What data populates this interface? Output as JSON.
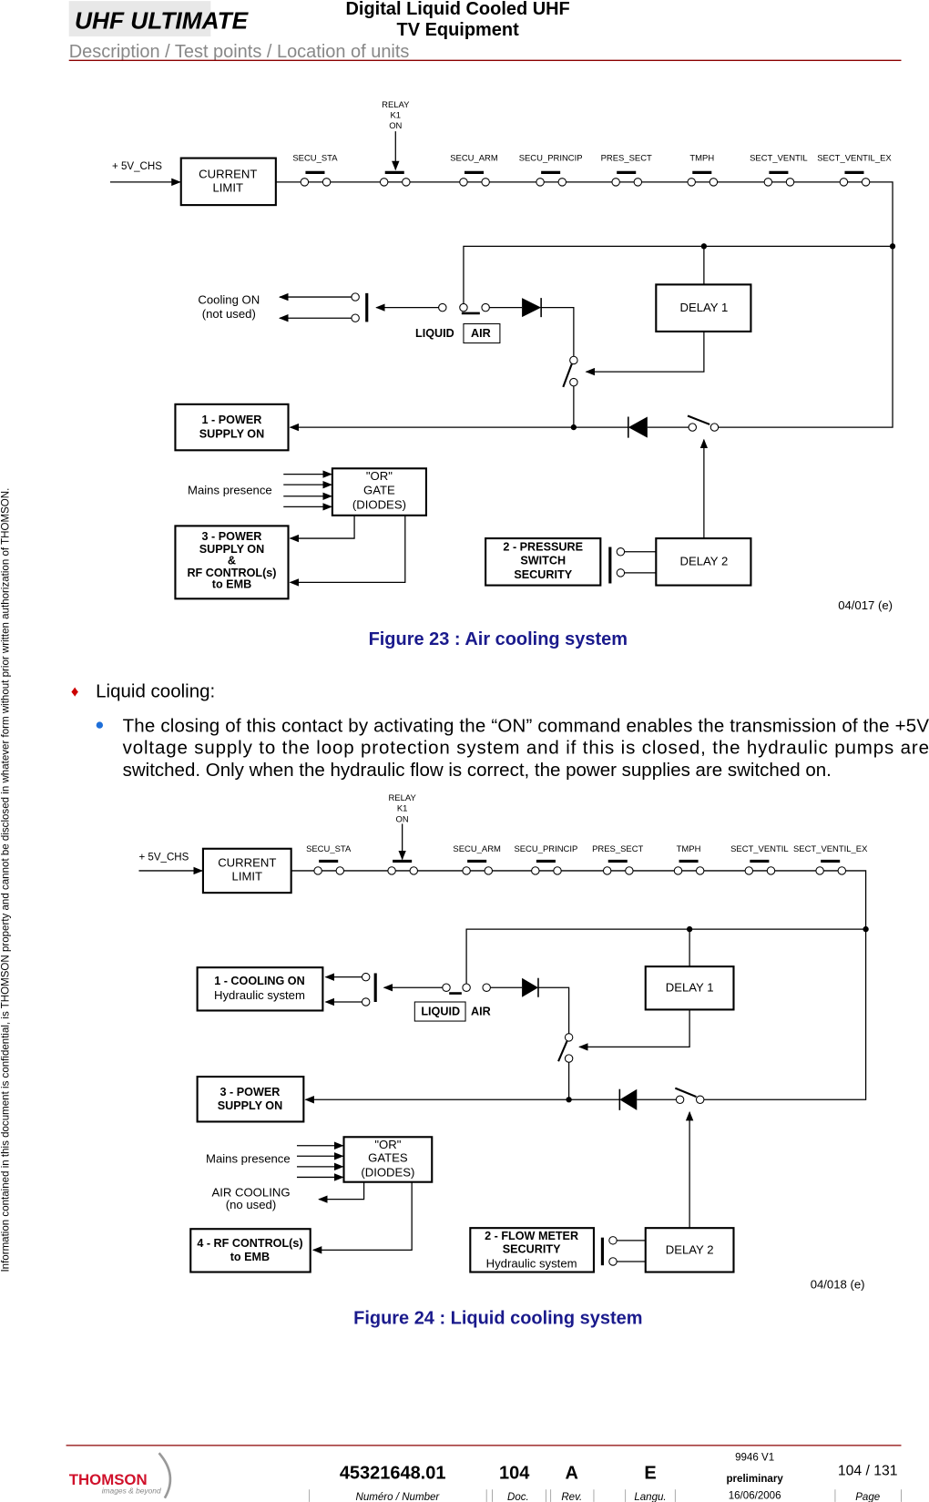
{
  "header": {
    "logo_text": "UHF ULTIMATE",
    "title_line1": "Digital Liquid Cooled UHF",
    "title_line2": "TV Equipment",
    "section": "Description / Test points / Location of units"
  },
  "side_notice": "Information contained in this document is confidential, is THOMSON property and cannot be disclosed in whatever form without prior written authorization of THOMSON.",
  "figure23": {
    "input": "+ 5V_CHS",
    "current_limit": [
      "CURRENT",
      "LIMIT"
    ],
    "relay": [
      "RELAY",
      "K1",
      "ON"
    ],
    "contacts": [
      "SECU_STA",
      "",
      "SECU_ARM",
      "SECU_PRINCIP",
      "PRES_SECT",
      "TMPH",
      "SECT_VENTIL",
      "SECT_VENTIL_EX"
    ],
    "cooling_on": [
      "Cooling ON",
      "(not used)"
    ],
    "liquid": "LIQUID",
    "air": "AIR",
    "delay1": "DELAY 1",
    "delay2": "DELAY 2",
    "power1": [
      "1 - POWER",
      "SUPPLY ON"
    ],
    "mains": "Mains presence",
    "or_gate": [
      "\"OR\"",
      "GATE",
      "(DIODES)"
    ],
    "power3": [
      "3 - POWER",
      "SUPPLY ON",
      "&",
      "RF CONTROL(s)",
      "to EMB"
    ],
    "pressure": [
      "2 - PRESSURE",
      "SWITCH",
      "SECURITY"
    ],
    "ref": "04/017 (e)",
    "caption": "Figure 23 : Air cooling system"
  },
  "body": {
    "heading": "Liquid cooling:",
    "paragraph_lines": [
      "The closing of this contact by activating the “ON” command enables the transmission of the +5V",
      "voltage supply to the loop protection system and if this is closed, the hydraulic pumps are",
      "switched. Only when the hydraulic flow is correct, the power supplies are switched on."
    ],
    "bullet_color": "#cc0000",
    "sub_bullet_color": "#1e6fd9"
  },
  "figure24": {
    "input": "+ 5V_CHS",
    "current_limit": [
      "CURRENT",
      "LIMIT"
    ],
    "relay": [
      "RELAY",
      "K1",
      "ON"
    ],
    "contacts": [
      "SECU_STA",
      "",
      "SECU_ARM",
      "SECU_PRINCIP",
      "PRES_SECT",
      "TMPH",
      "SECT_VENTIL",
      "SECT_VENTIL_EX"
    ],
    "cooling": [
      "1 - COOLING ON",
      "Hydraulic system"
    ],
    "liquid": "LIQUID",
    "air": "AIR",
    "delay1": "DELAY 1",
    "delay2": "DELAY 2",
    "power3": [
      "3 - POWER",
      "SUPPLY ON"
    ],
    "mains": "Mains presence",
    "or_gates": [
      "\"OR\"",
      "GATES",
      "(DIODES)"
    ],
    "air_cooling": [
      "AIR COOLING",
      "(no used)"
    ],
    "rf": [
      "4 - RF CONTROL(s)",
      "to EMB"
    ],
    "flow": [
      "2 - FLOW METER",
      "SECURITY",
      "Hydraulic system"
    ],
    "ref": "04/018 (e)",
    "caption": "Figure 24 : Liquid cooling system"
  },
  "footer": {
    "logo_text": "THOMSON",
    "logo_tagline": "images & beyond",
    "number": "45321648.01",
    "doc": "104",
    "rev": "A",
    "lang": "E",
    "version": "9946 V1",
    "status": "preliminary",
    "date": "16/06/2006",
    "page": "104 / 131",
    "labels": {
      "number": "Numéro / Number",
      "doc": "Doc.",
      "rev": "Rev.",
      "lang": "Langu.",
      "page": "Page"
    }
  },
  "colors": {
    "accent_line": "#8b0000",
    "caption": "#1a1a8c",
    "thomson_red": "#d0112b"
  }
}
